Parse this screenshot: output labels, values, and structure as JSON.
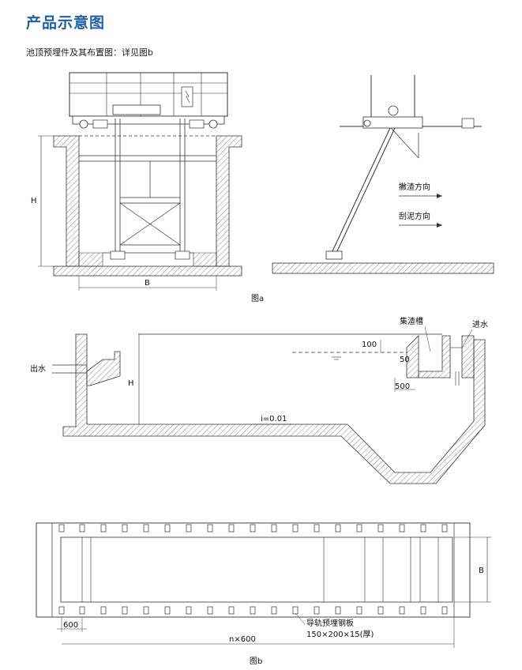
{
  "header": {
    "title": "产品示意图",
    "subtitle": "池顶预埋件及其布置图：详见图b"
  },
  "fig_a": {
    "caption": "图a",
    "dim_h": "H",
    "dim_b": "B",
    "label_scum_direction": "撇渣方向",
    "label_scrape_direction": "刮泥方向"
  },
  "fig_section": {
    "label_outlet": "出水",
    "label_inlet": "进水",
    "label_scum_trough": "集渣槽",
    "dim_h": "H",
    "dim_100": "100",
    "dim_50": "50",
    "dim_500": "500",
    "slope": "i=0.01"
  },
  "fig_b": {
    "caption": "图b",
    "dim_600": "600",
    "dim_n600": "n×600",
    "dim_b": "B",
    "label_plate": "导轨预埋钢板",
    "label_plate_size": "150×200×15(厚)"
  }
}
